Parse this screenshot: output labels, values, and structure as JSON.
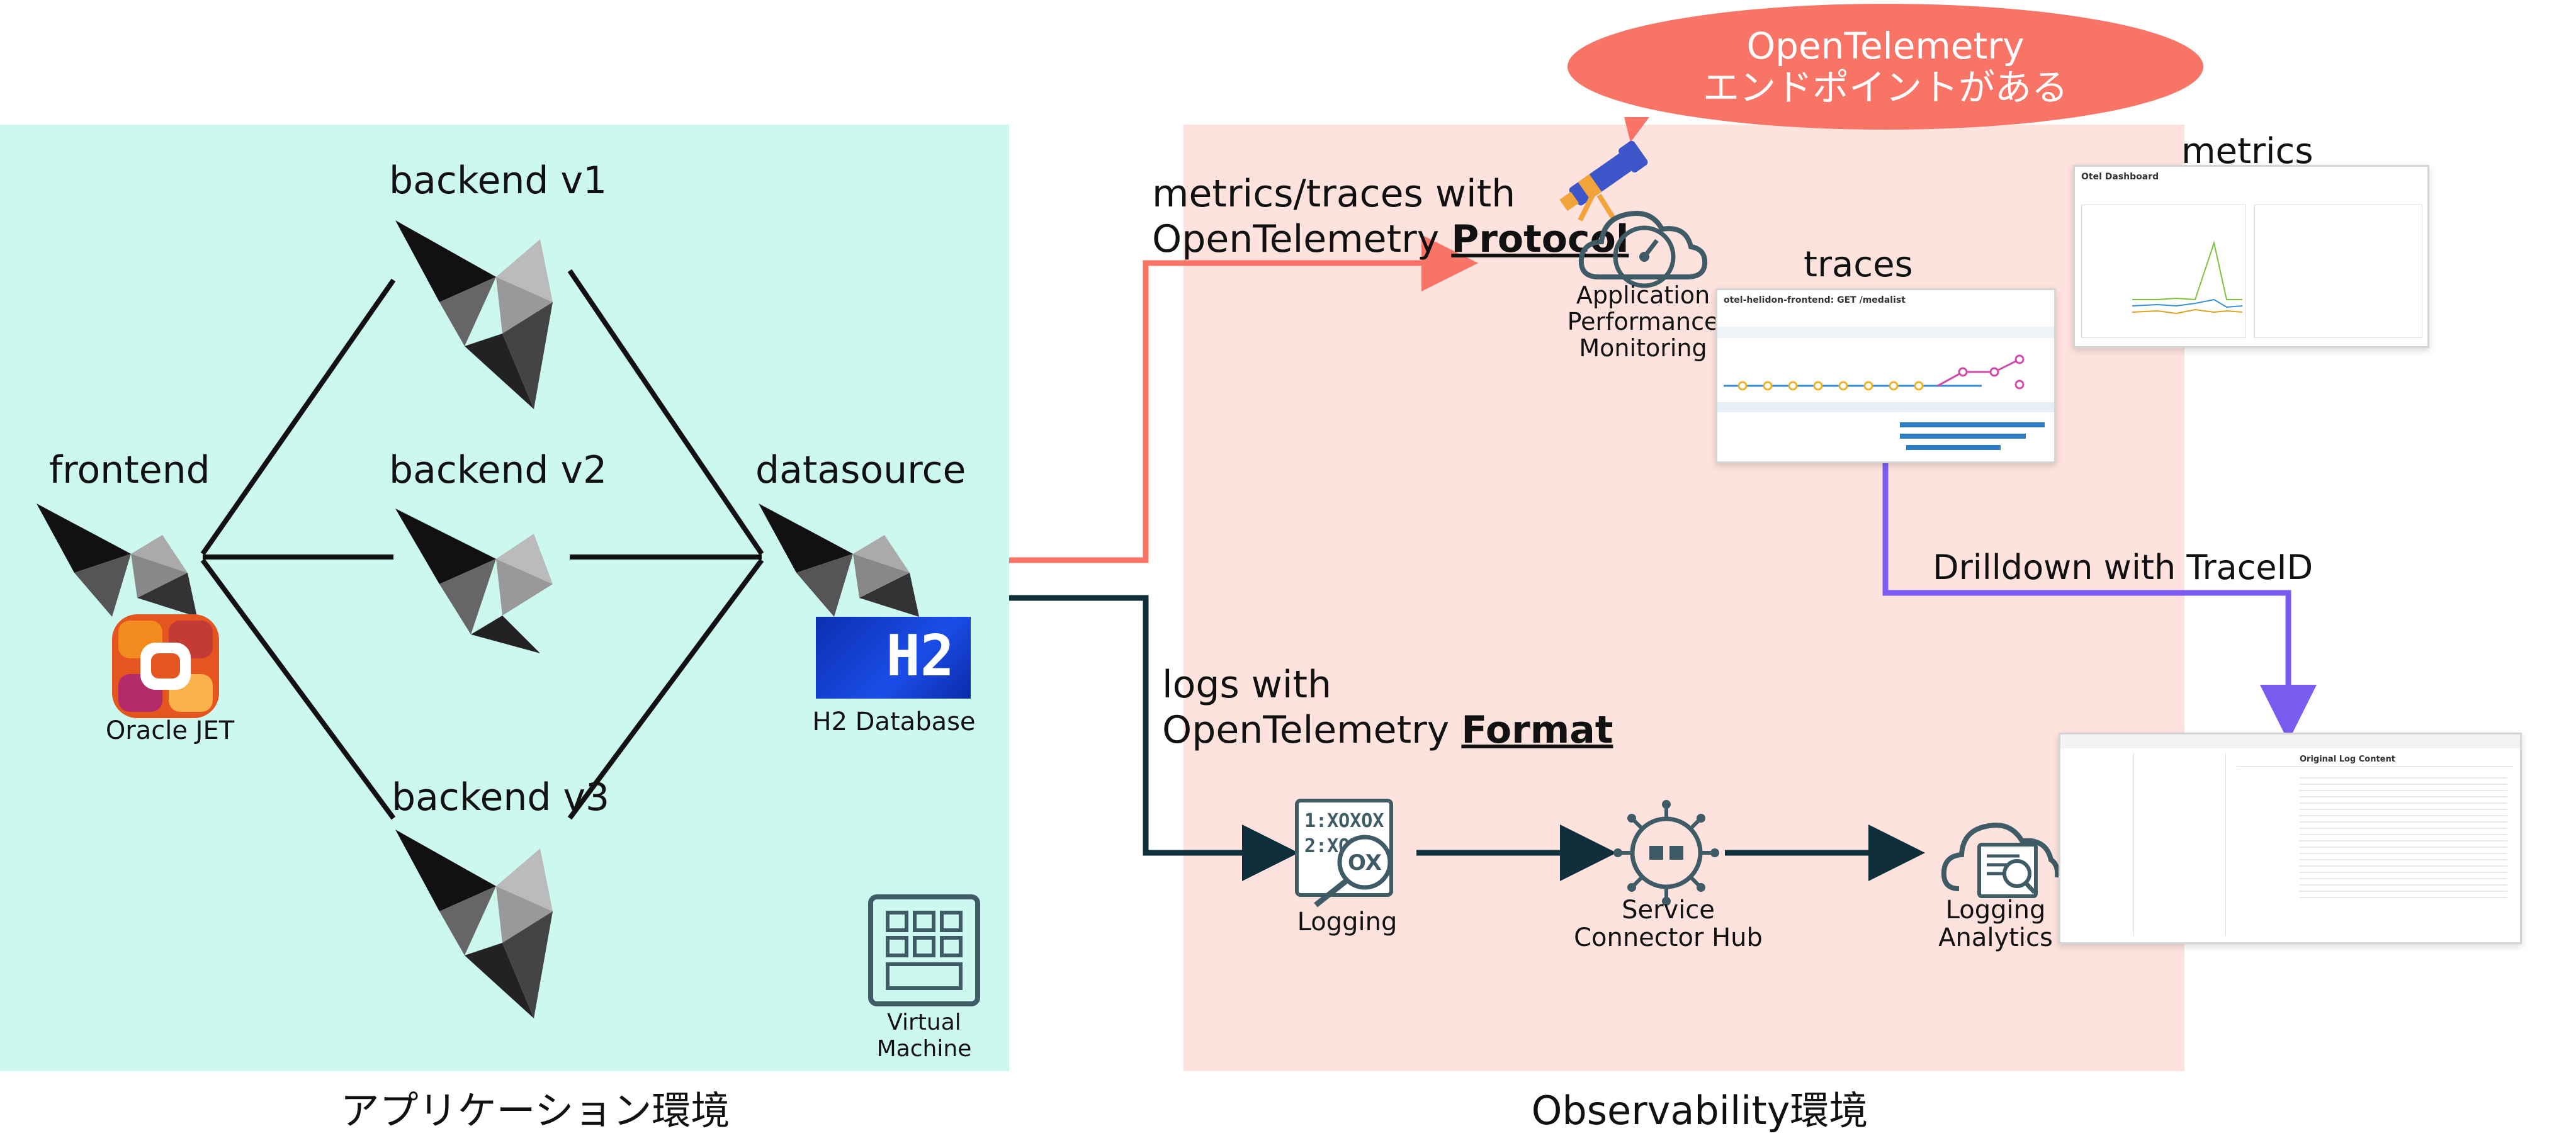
{
  "app_environment": {
    "title": "アプリケーション環境",
    "frontend": {
      "label": "frontend",
      "framework": "Oracle JET"
    },
    "backends": [
      {
        "label": "backend v1"
      },
      {
        "label": "backend v2"
      },
      {
        "label": "backend v3"
      }
    ],
    "datasource": {
      "label": "datasource",
      "db_logo_text": "H2",
      "db_caption": "H2 Database"
    },
    "vm": {
      "caption_line1": "Virtual",
      "caption_line2": "Machine"
    }
  },
  "observability_environment": {
    "title": "Observability環境",
    "endpoint_callout": {
      "line1": "OpenTelemetry",
      "line2": "エンドポイントがある"
    },
    "apm": {
      "line1": "Application",
      "line2": "Performance",
      "line3": "Monitoring"
    },
    "metrics_shot": {
      "title": "metrics",
      "window_title": "Otel Dashboard"
    },
    "traces_shot": {
      "title": "traces",
      "window_title": "otel-helidon-frontend: GET /medalist"
    },
    "drilldown_label": "Drilldown with TraceID",
    "logging": {
      "label": "Logging",
      "icon_text_1": "1:XOXOX",
      "icon_text_2": "2:XOX",
      "badge": "OX"
    },
    "service_connector_hub": {
      "line1": "Service",
      "line2": "Connector Hub"
    },
    "logging_analytics": {
      "line1": "Logging",
      "line2": "Analytics",
      "shot_header": "Original Log Content"
    }
  },
  "flows": {
    "metrics_traces": {
      "line1": "metrics/traces with",
      "line2_prefix": "OpenTelemetry ",
      "line2_emphasis": "Protocol"
    },
    "logs": {
      "line1": "logs with",
      "line2_prefix": "OpenTelemetry ",
      "line2_emphasis": "Format"
    }
  },
  "colors": {
    "app_panel": "#cdf8ef",
    "obs_panel": "#fde2dd",
    "metrics_arrow": "#f87466",
    "logs_arrow": "#0f2f3a",
    "drilldown_arrow": "#7b5cf0",
    "callout": "#f87466",
    "h2_blue": "#1b3fd0",
    "oci_icon": "#3f5b66"
  },
  "icons": {
    "helidon": "helidon-bird-icon",
    "oracle_jet": "oracle-jet-logo",
    "vm": "virtual-machine-icon",
    "apm": "apm-cloud-gauge-icon",
    "telescope": "telescope-icon",
    "logging": "logging-search-icon",
    "service_connector": "service-connector-hub-icon",
    "logging_analytics": "logging-analytics-icon"
  }
}
